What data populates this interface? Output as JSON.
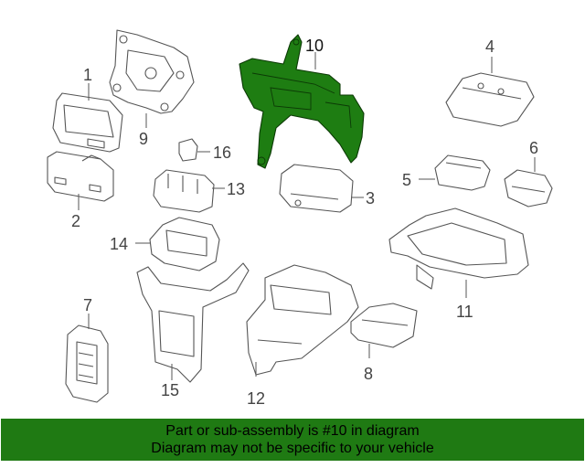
{
  "banner": {
    "line1": "Part or sub-assembly is #10 in diagram",
    "line2": "Diagram may not be specific to your vehicle",
    "color": "#1f7a13"
  },
  "highlight_color": "#1e7d12",
  "highlighted_part": "10",
  "callouts": {
    "c1": "1",
    "c2": "2",
    "c3": "3",
    "c4": "4",
    "c5": "5",
    "c6": "6",
    "c7": "7",
    "c8": "8",
    "c9": "9",
    "c10": "10",
    "c11": "11",
    "c12": "12",
    "c13": "13",
    "c14": "14",
    "c15": "15",
    "c16": "16"
  }
}
